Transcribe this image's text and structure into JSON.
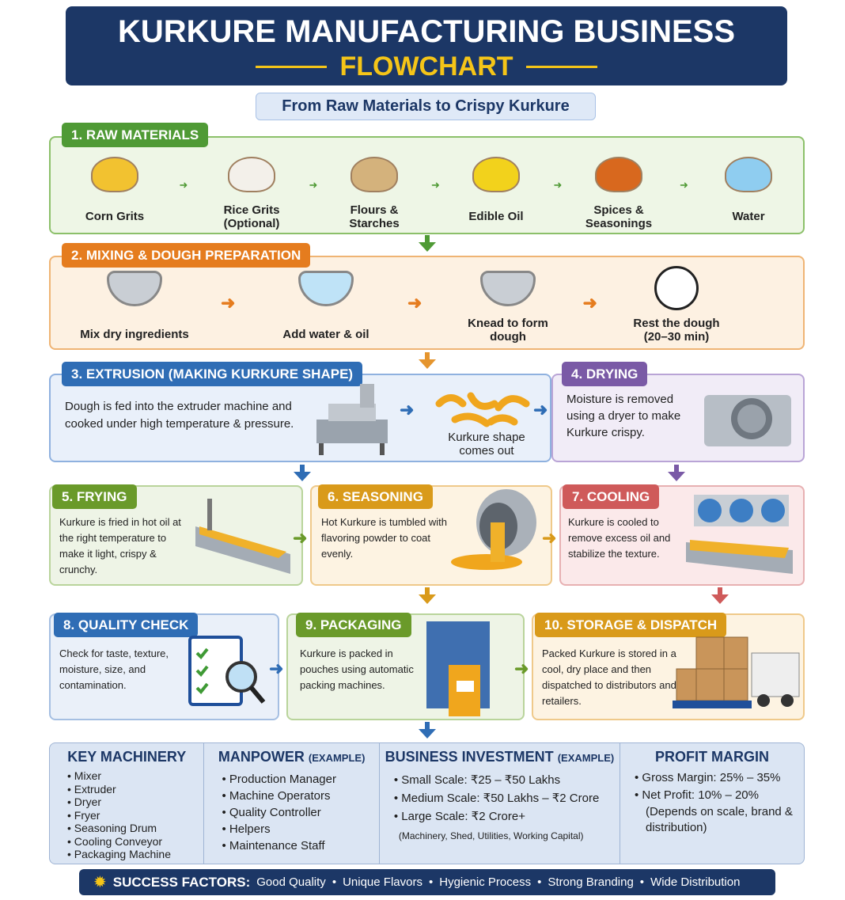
{
  "header": {
    "title": "KURKURE MANUFACTURING BUSINESS",
    "subtitle": "FLOWCHART"
  },
  "tagline": "From Raw Materials to Crispy Kurkure",
  "colors": {
    "navy": "#1c3766",
    "yellow": "#f5c518",
    "green": "#4f9a35",
    "orange": "#e57c1e",
    "blue": "#2f6db5",
    "purple": "#7a5aa6",
    "olive": "#6a9a2a",
    "amber": "#d99a1a",
    "red": "#cf5a5a"
  },
  "raw": {
    "title": "1. RAW MATERIALS",
    "items": [
      "Corn Grits",
      "Rice Grits\n(Optional)",
      "Flours &\nStarches",
      "Edible Oil",
      "Spices &\nSeasonings",
      "Water"
    ]
  },
  "mixing": {
    "title": "2. MIXING & DOUGH PREPARATION",
    "items": [
      "Mix dry ingredients",
      "Add water & oil",
      "Knead to form\ndough",
      "Rest the dough\n(20–30 min)"
    ]
  },
  "extrusion": {
    "title": "3. EXTRUSION (MAKING KURKURE SHAPE)",
    "text": "Dough is fed into the extruder machine and cooked under high temperature & pressure.",
    "result": "Kurkure shape\ncomes out"
  },
  "drying": {
    "title": "4. DRYING",
    "text": "Moisture is removed using a dryer to make Kurkure crispy."
  },
  "frying": {
    "title": "5. FRYING",
    "text": "Kurkure is fried in hot oil at the right temperature to make it light, crispy & crunchy."
  },
  "seasoning": {
    "title": "6. SEASONING",
    "text": "Hot Kurkure is tumbled with flavoring powder to coat evenly."
  },
  "cooling": {
    "title": "7. COOLING",
    "text": "Kurkure is cooled to remove excess oil and stabilize the texture."
  },
  "quality": {
    "title": "8. QUALITY CHECK",
    "text": "Check for taste, texture, moisture, size, and contamination."
  },
  "packaging": {
    "title": "9. PACKAGING",
    "text": "Kurkure is packed in pouches using automatic packing machines."
  },
  "storage": {
    "title": "10. STORAGE & DISPATCH",
    "text": "Packed Kurkure is stored in a cool, dry place and then dispatched to distributors and retailers."
  },
  "machinery": {
    "title": "KEY MACHINERY",
    "items": [
      "Mixer",
      "Extruder",
      "Dryer",
      "Fryer",
      "Seasoning Drum",
      "Cooling Conveyor",
      "Packaging Machine"
    ]
  },
  "manpower": {
    "title": "MANPOWER",
    "note": "(EXAMPLE)",
    "items": [
      "Production Manager",
      "Machine Operators",
      "Quality Controller",
      "Helpers",
      "Maintenance Staff"
    ]
  },
  "investment": {
    "title": "BUSINESS INVESTMENT",
    "note": "(EXAMPLE)",
    "items": [
      "Small Scale: ₹25 – ₹50 Lakhs",
      "Medium Scale: ₹50 Lakhs – ₹2 Crore",
      "Large Scale: ₹2 Crore+"
    ],
    "footnote": "(Machinery, Shed, Utilities, Working Capital)"
  },
  "profit": {
    "title": "PROFIT MARGIN",
    "items": [
      "Gross Margin: 25% – 35%",
      "Net Profit: 10% – 20%"
    ],
    "footnote": "(Depends on scale, brand & distribution)"
  },
  "success": {
    "label": "SUCCESS FACTORS:",
    "items": [
      "Good Quality",
      "Unique Flavors",
      "Hygienic Process",
      "Strong Branding",
      "Wide Distribution"
    ]
  }
}
